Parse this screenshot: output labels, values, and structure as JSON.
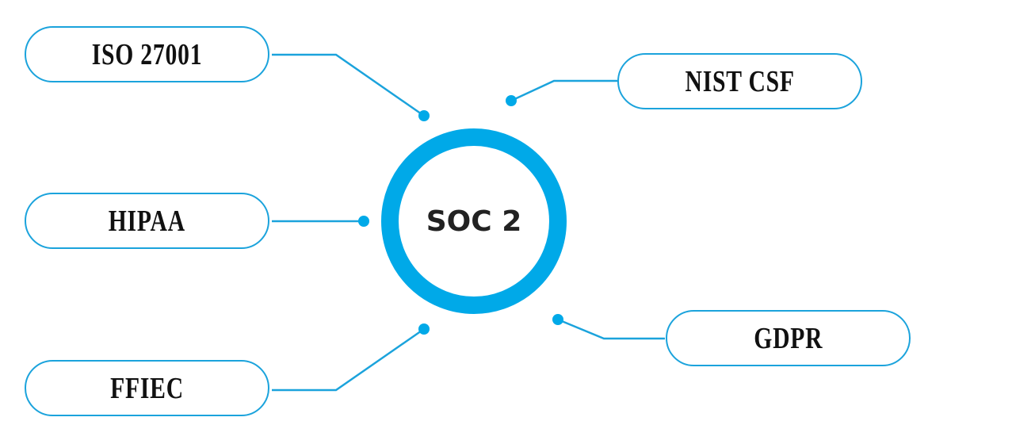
{
  "center": {
    "label": "SOC 2"
  },
  "frameworks": [
    {
      "label": "ISO 27001"
    },
    {
      "label": "NIST CSF"
    },
    {
      "label": "HIPAA"
    },
    {
      "label": "FFIEC"
    },
    {
      "label": "GDPR"
    }
  ],
  "colors": {
    "accent": "#00a9e8",
    "pill_border": "#1ba3dc",
    "text": "#111111"
  }
}
